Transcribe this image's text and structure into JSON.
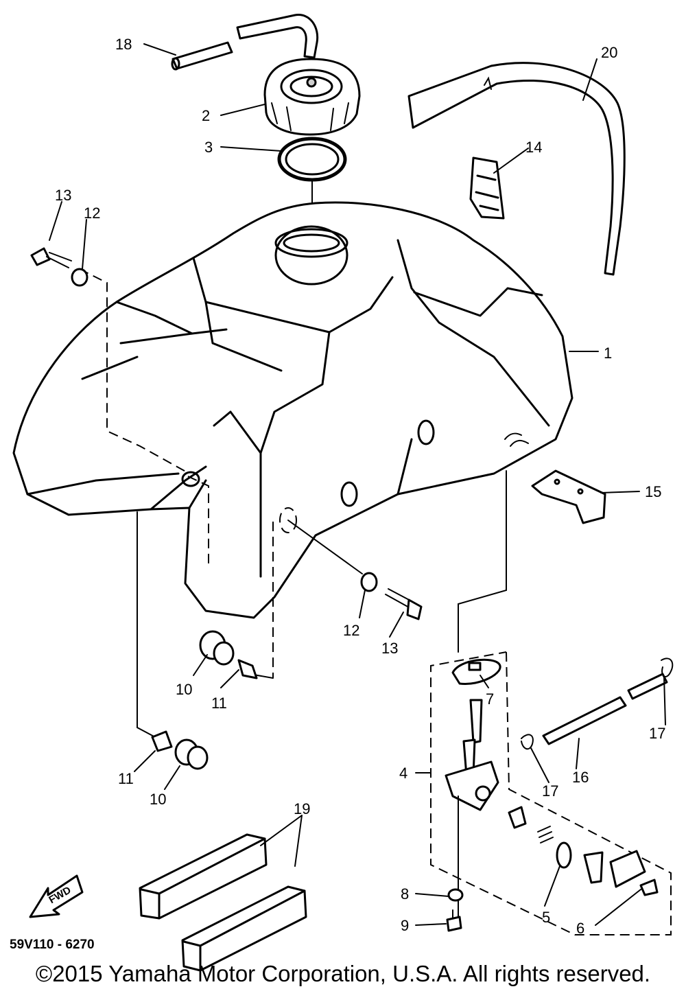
{
  "diagram": {
    "callouts": {
      "c1": "1",
      "c2": "2",
      "c3": "3",
      "c4": "4",
      "c5": "5",
      "c6": "6",
      "c7": "7",
      "c8": "8",
      "c9": "9",
      "c10a": "10",
      "c10b": "10",
      "c11a": "11",
      "c11b": "11",
      "c12a": "12",
      "c12b": "12",
      "c13a": "13",
      "c13b": "13",
      "c14": "14",
      "c15": "15",
      "c16": "16",
      "c17a": "17",
      "c17b": "17",
      "c18": "18",
      "c19": "19",
      "c20": "20"
    },
    "fwd_label": "FWD",
    "figure_code": "59V110 - 6270"
  },
  "footer": {
    "copyright": "©2015 Yamaha Motor Corporation, U.S.A. All rights reserved."
  }
}
